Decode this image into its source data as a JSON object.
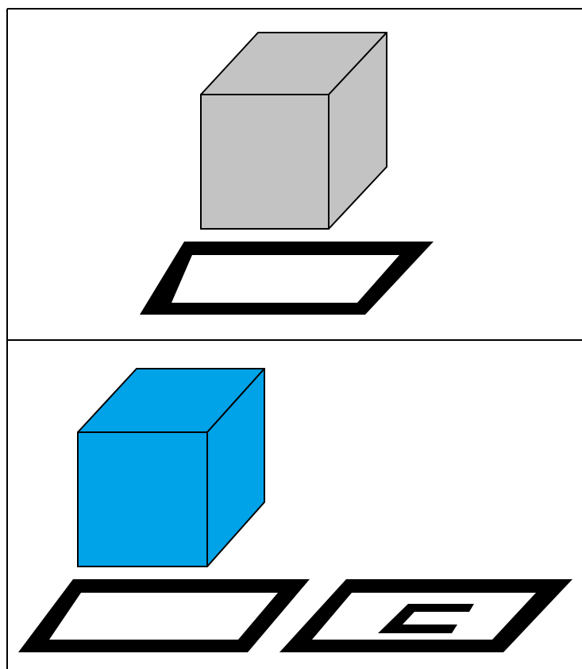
{
  "colors": {
    "background": "#ffffff",
    "line": "#000000",
    "top_cube_face": "#c3c3c3",
    "bottom_cube_face": "#00a2e8"
  },
  "panels": [
    {
      "cube": {
        "color": "top_cube_face"
      },
      "targets": [
        {
          "kind": "empty-pad"
        }
      ]
    },
    {
      "cube": {
        "color": "bottom_cube_face"
      },
      "targets": [
        {
          "kind": "empty-pad"
        },
        {
          "kind": "marked-pad",
          "marker_icon": "bracket-c-icon"
        }
      ]
    }
  ]
}
